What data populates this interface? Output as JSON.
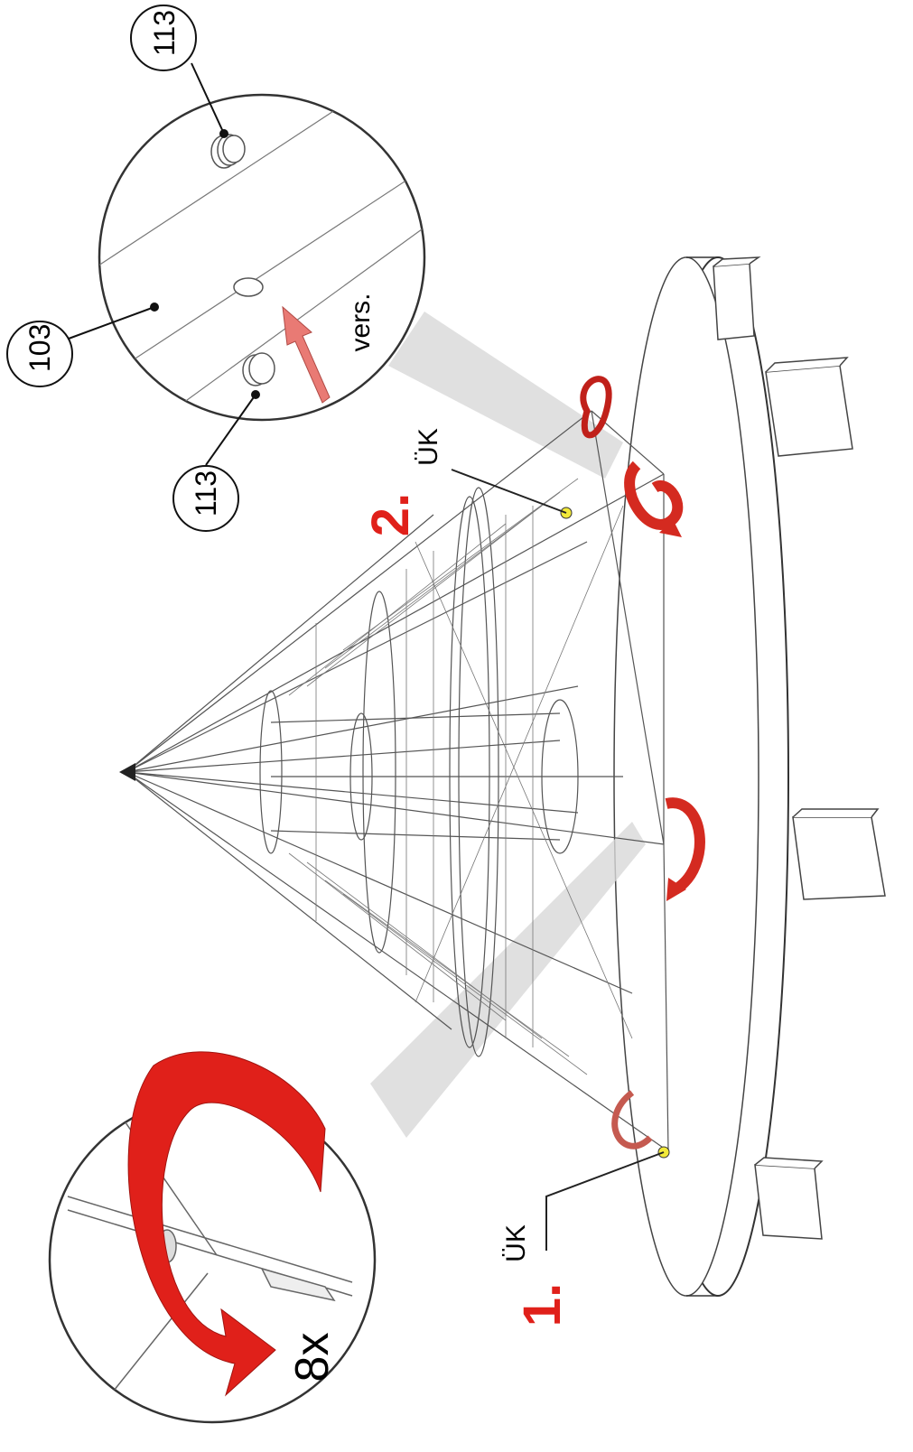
{
  "callouts": {
    "part_103": "103",
    "part_113_top": "113",
    "part_113_bottom": "113"
  },
  "labels": {
    "arrow_text": "vers.",
    "step_1": "1.",
    "step_2": "2.",
    "uk_1": "ÜK",
    "uk_2": "ÜK",
    "repeat": "8x"
  },
  "colors": {
    "accent_red": "#e0201a",
    "arrow_pink": "#e97a74",
    "marker_yellow": "#f2e93a",
    "line": "#333333",
    "shadow": "#d3d3d3"
  }
}
